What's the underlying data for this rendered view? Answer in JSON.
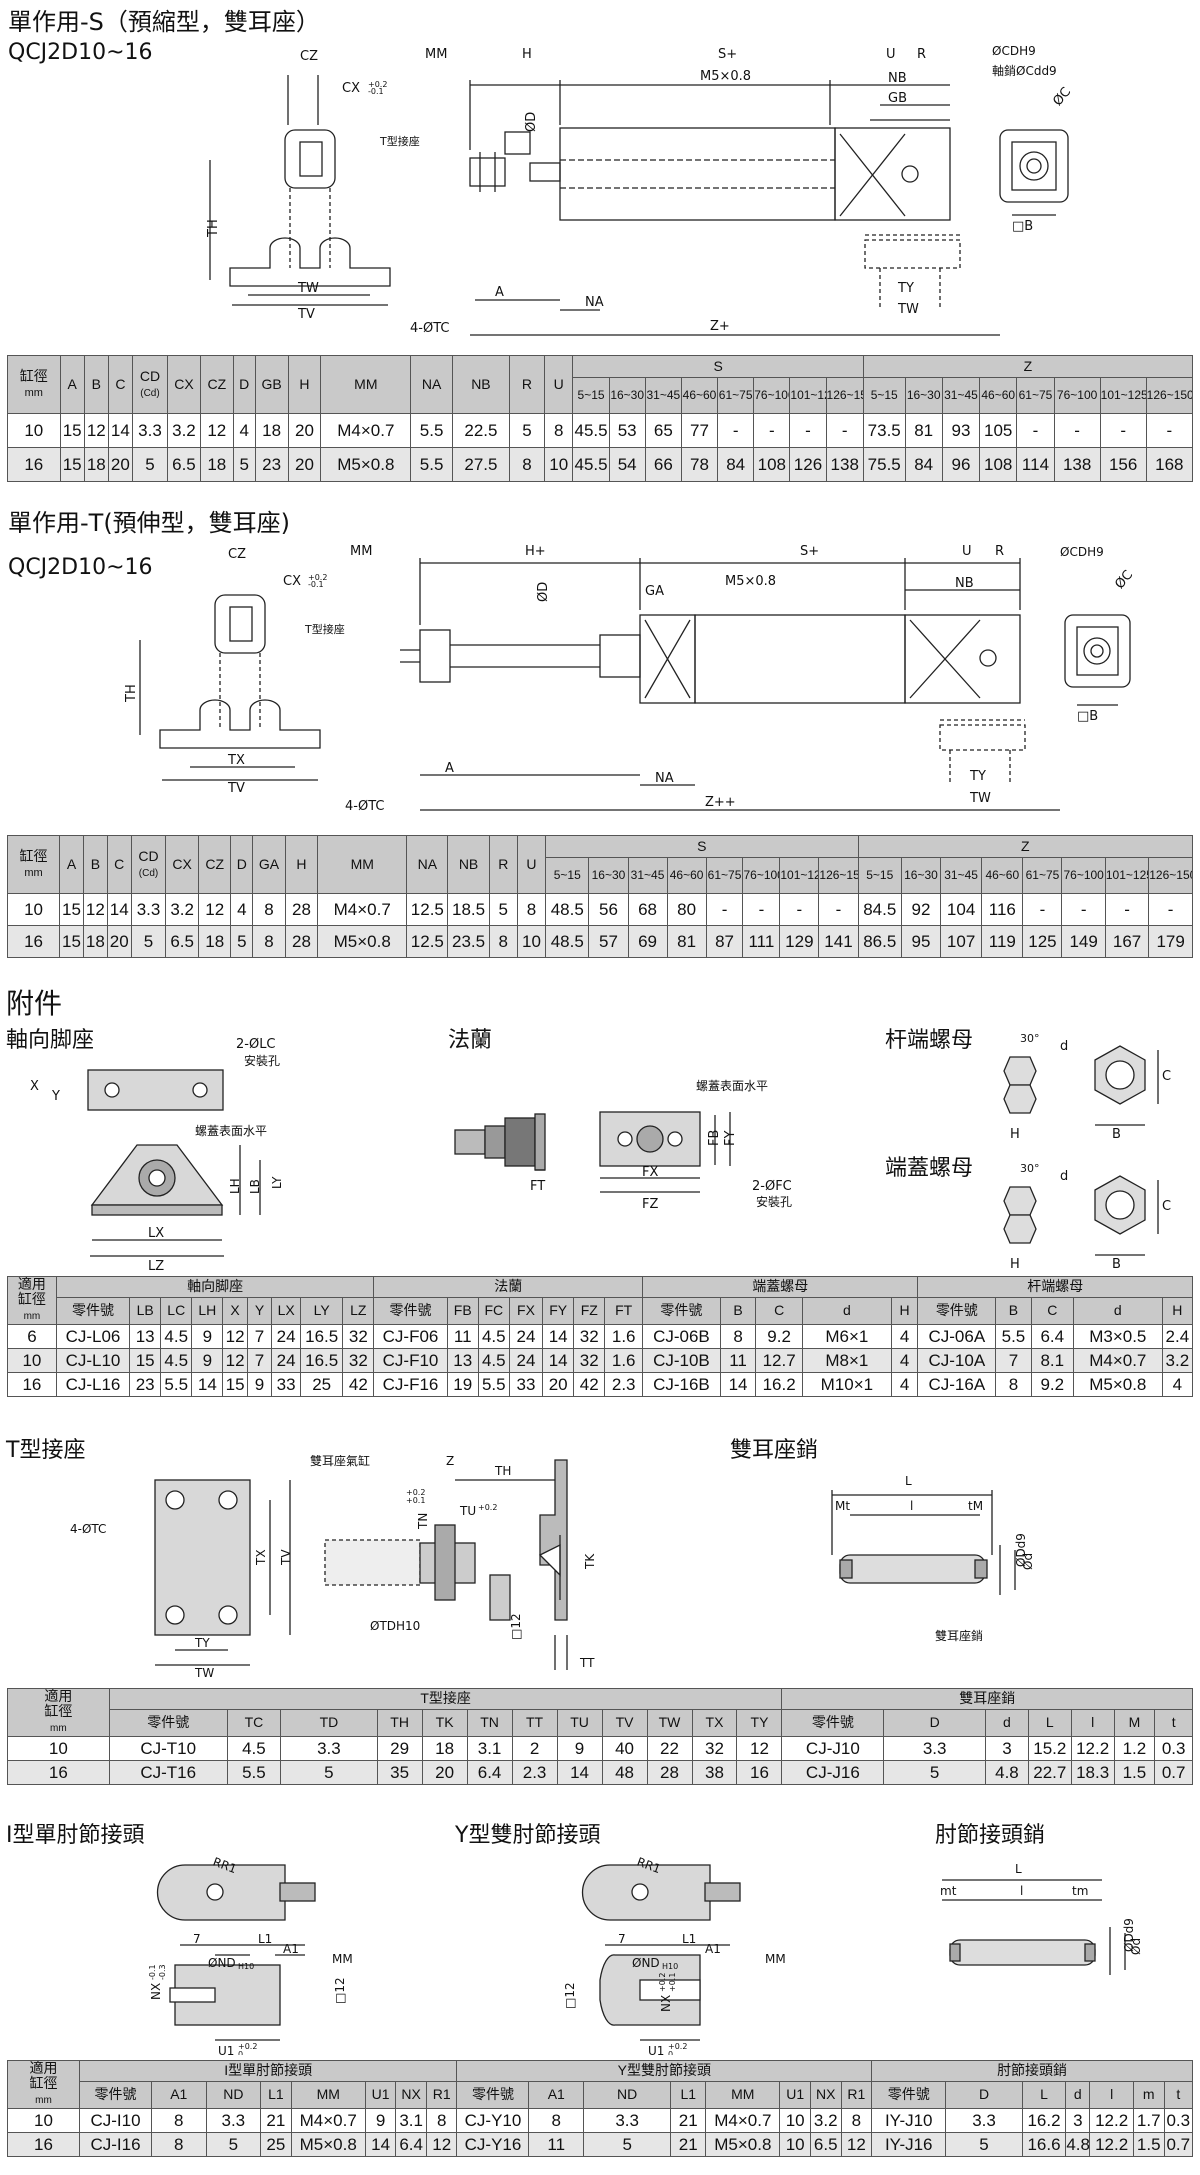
{
  "sec1": {
    "title": "單作用-S（預縮型，雙耳座）",
    "model": "QCJ2D10~16",
    "diagram": [
      "CZ",
      "CX",
      "+0.2",
      "-0.1",
      "TH",
      "T型接座",
      "TW",
      "TV",
      "4-ØTC",
      "MM",
      "H",
      "S+",
      "U",
      "R",
      "ØCDH9",
      "軸銷ØCdd9",
      "M5×0.8",
      "NB",
      "GB",
      "ØD",
      "ØC",
      "□B",
      "A",
      "NA",
      "TY",
      "TW",
      "Z+"
    ],
    "headers": [
      "缸徑",
      "mm",
      "A",
      "B",
      "C",
      "CD",
      "(Cd)",
      "CX",
      "CZ",
      "D",
      "GB",
      "H",
      "MM",
      "NA",
      "NB",
      "R",
      "U",
      "S",
      "Z"
    ],
    "ranges": [
      "5~15",
      "16~30",
      "31~45",
      "46~60",
      "61~75",
      "76~100",
      "101~125",
      "126~150"
    ],
    "rows": [
      [
        "10",
        "15",
        "12",
        "14",
        "3.3",
        "3.2",
        "12",
        "4",
        "18",
        "20",
        "M4×0.7",
        "5.5",
        "22.5",
        "5",
        "8",
        "45.5",
        "53",
        "65",
        "77",
        "-",
        "-",
        "-",
        "-",
        "73.5",
        "81",
        "93",
        "105",
        "-",
        "-",
        "-",
        "-"
      ],
      [
        "16",
        "15",
        "18",
        "20",
        "5",
        "6.5",
        "18",
        "5",
        "23",
        "20",
        "M5×0.8",
        "5.5",
        "27.5",
        "8",
        "10",
        "45.5",
        "54",
        "66",
        "78",
        "84",
        "108",
        "126",
        "138",
        "75.5",
        "84",
        "96",
        "108",
        "114",
        "138",
        "156",
        "168"
      ]
    ]
  },
  "sec2": {
    "title": "單作用-T(預伸型，雙耳座)",
    "model": "QCJ2D10~16",
    "diagram": [
      "CZ",
      "CX",
      "+0.2",
      "-0.1",
      "TH",
      "T型接座",
      "TX",
      "TV",
      "4-ØTC",
      "MM",
      "H+",
      "S+",
      "U",
      "R",
      "ØCDH9",
      "GA",
      "M5×0.8",
      "NB",
      "ØD",
      "ØC",
      "□B",
      "A",
      "NA",
      "TY",
      "TW",
      "Z++"
    ],
    "headers": [
      "缸徑",
      "mm",
      "A",
      "B",
      "C",
      "CD",
      "(Cd)",
      "CX",
      "CZ",
      "D",
      "GA",
      "H",
      "MM",
      "NA",
      "NB",
      "R",
      "U",
      "S",
      "Z"
    ],
    "ranges": [
      "5~15",
      "16~30",
      "31~45",
      "46~60",
      "61~75",
      "76~100",
      "101~125",
      "126~150"
    ],
    "rows": [
      [
        "10",
        "15",
        "12",
        "14",
        "3.3",
        "3.2",
        "12",
        "4",
        "8",
        "28",
        "M4×0.7",
        "12.5",
        "18.5",
        "5",
        "8",
        "48.5",
        "56",
        "68",
        "80",
        "-",
        "-",
        "-",
        "-",
        "84.5",
        "92",
        "104",
        "116",
        "-",
        "-",
        "-",
        "-"
      ],
      [
        "16",
        "15",
        "18",
        "20",
        "5",
        "6.5",
        "18",
        "5",
        "8",
        "28",
        "M5×0.8",
        "12.5",
        "23.5",
        "8",
        "10",
        "48.5",
        "57",
        "69",
        "81",
        "87",
        "111",
        "129",
        "141",
        "86.5",
        "95",
        "107",
        "119",
        "125",
        "149",
        "167",
        "179"
      ]
    ]
  },
  "acc": {
    "title": "附件",
    "foot": {
      "title": "軸向脚座",
      "labels": [
        "2-ØLC",
        "安裝孔",
        "X",
        "Y",
        "螺蓋表面水平",
        "LH",
        "LB",
        "LY",
        "LX",
        "LZ"
      ]
    },
    "flange": {
      "title": "法蘭",
      "labels": [
        "螺蓋表面水平",
        "FB",
        "FY",
        "FT",
        "FX",
        "FZ",
        "2-ØFC",
        "安裝孔"
      ]
    },
    "rodnut": {
      "title": "杆端螺母",
      "labels": [
        "30°",
        "d",
        "C",
        "H",
        "B"
      ]
    },
    "endnut": {
      "title": "端蓋螺母",
      "labels": [
        "30°",
        "d",
        "C",
        "H",
        "B"
      ]
    },
    "table": {
      "h1": [
        "適用",
        "缸徑",
        "mm",
        "軸向脚座",
        "法蘭",
        "端蓋螺母",
        "杆端螺母"
      ],
      "h2": [
        "零件號",
        "LB",
        "LC",
        "LH",
        "X",
        "Y",
        "LX",
        "LY",
        "LZ",
        "零件號",
        "FB",
        "FC",
        "FX",
        "FY",
        "FZ",
        "FT",
        "零件號",
        "B",
        "C",
        "d",
        "H",
        "零件號",
        "B",
        "C",
        "d",
        "H"
      ],
      "rows": [
        [
          "6",
          "CJ-L06",
          "13",
          "4.5",
          "9",
          "12",
          "7",
          "24",
          "16.5",
          "32",
          "CJ-F06",
          "11",
          "4.5",
          "24",
          "14",
          "32",
          "1.6",
          "CJ-06B",
          "8",
          "9.2",
          "M6×1",
          "4",
          "CJ-06A",
          "5.5",
          "6.4",
          "M3×0.5",
          "2.4"
        ],
        [
          "10",
          "CJ-L10",
          "15",
          "4.5",
          "9",
          "12",
          "7",
          "24",
          "16.5",
          "32",
          "CJ-F10",
          "13",
          "4.5",
          "24",
          "14",
          "32",
          "1.6",
          "CJ-10B",
          "11",
          "12.7",
          "M8×1",
          "4",
          "CJ-10A",
          "7",
          "8.1",
          "M4×0.7",
          "3.2"
        ],
        [
          "16",
          "CJ-L16",
          "23",
          "5.5",
          "14",
          "15",
          "9",
          "33",
          "25",
          "42",
          "CJ-F16",
          "19",
          "5.5",
          "33",
          "20",
          "42",
          "2.3",
          "CJ-16B",
          "14",
          "16.2",
          "M10×1",
          "4",
          "CJ-16A",
          "8",
          "9.2",
          "M5×0.8",
          "4"
        ]
      ]
    }
  },
  "tseat": {
    "title": "T型接座",
    "pin_title": "雙耳座銷",
    "labels": [
      "雙耳座氣缸",
      "4-ØTC",
      "TN",
      "+0.2",
      "+0.1",
      "Z",
      "TH",
      "TU",
      "TX",
      "TV",
      "TK",
      "□12",
      "ØTDH10",
      "TY",
      "TW",
      "TT"
    ],
    "pin_labels": [
      "L",
      "Mt",
      "l",
      "tM",
      "ØDd9",
      "Ød",
      "雙耳座銷"
    ],
    "table": {
      "h1": [
        "適用",
        "缸徑",
        "mm",
        "T型接座",
        "雙耳座銷"
      ],
      "h2": [
        "零件號",
        "TC",
        "TD",
        "TH",
        "TK",
        "TN",
        "TT",
        "TU",
        "TV",
        "TW",
        "TX",
        "TY",
        "零件號",
        "D",
        "d",
        "L",
        "l",
        "M",
        "t"
      ],
      "rows": [
        [
          "10",
          "CJ-T10",
          "4.5",
          "3.3",
          "29",
          "18",
          "3.1",
          "2",
          "9",
          "40",
          "22",
          "32",
          "12",
          "CJ-J10",
          "3.3",
          "3",
          "15.2",
          "12.2",
          "1.2",
          "0.3"
        ],
        [
          "16",
          "CJ-T16",
          "5.5",
          "5",
          "35",
          "20",
          "6.4",
          "2.3",
          "14",
          "48",
          "28",
          "38",
          "16",
          "CJ-J16",
          "5",
          "4.8",
          "22.7",
          "18.3",
          "1.5",
          "0.7"
        ]
      ]
    }
  },
  "joint": {
    "i_title": "I型單肘節接頭",
    "y_title": "Y型雙肘節接頭",
    "pin_title": "肘節接頭銷",
    "i_labels": [
      "RR1",
      "7",
      "L1",
      "ØNDH10",
      "A1",
      "MM",
      "NX",
      "-0.1",
      "-0.3",
      "□12",
      "U1",
      "+0.2",
      "0"
    ],
    "y_labels": [
      "RR1",
      "7",
      "L1",
      "ØNDH10",
      "A1",
      "MM",
      "□12",
      "NX",
      "+0.2",
      "+0.1",
      "U1",
      "+0.2",
      "0"
    ],
    "pin_labels": [
      "L",
      "mt",
      "l",
      "tm",
      "ØDd9",
      "Ød"
    ],
    "table": {
      "h1": [
        "適用",
        "缸徑",
        "mm",
        "I型單肘節接頭",
        "Y型雙肘節接頭",
        "肘節接頭銷"
      ],
      "h2": [
        "零件號",
        "A1",
        "ND",
        "L1",
        "MM",
        "U1",
        "NX",
        "R1",
        "零件號",
        "A1",
        "ND",
        "L1",
        "MM",
        "U1",
        "NX",
        "R1",
        "零件號",
        "D",
        "L",
        "d",
        "l",
        "m",
        "t"
      ],
      "rows": [
        [
          "10",
          "CJ-I10",
          "8",
          "3.3",
          "21",
          "M4×0.7",
          "9",
          "3.1",
          "8",
          "CJ-Y10",
          "8",
          "3.3",
          "21",
          "M4×0.7",
          "10",
          "3.2",
          "8",
          "IY-J10",
          "3.3",
          "16.2",
          "3",
          "12.2",
          "1.7",
          "0.3"
        ],
        [
          "16",
          "CJ-I16",
          "8",
          "5",
          "25",
          "M5×0.8",
          "14",
          "6.4",
          "12",
          "CJ-Y16",
          "11",
          "5",
          "21",
          "M5×0.8",
          "10",
          "6.5",
          "12",
          "IY-J16",
          "5",
          "16.6",
          "4.8",
          "12.2",
          "1.5",
          "0.7"
        ]
      ]
    }
  }
}
